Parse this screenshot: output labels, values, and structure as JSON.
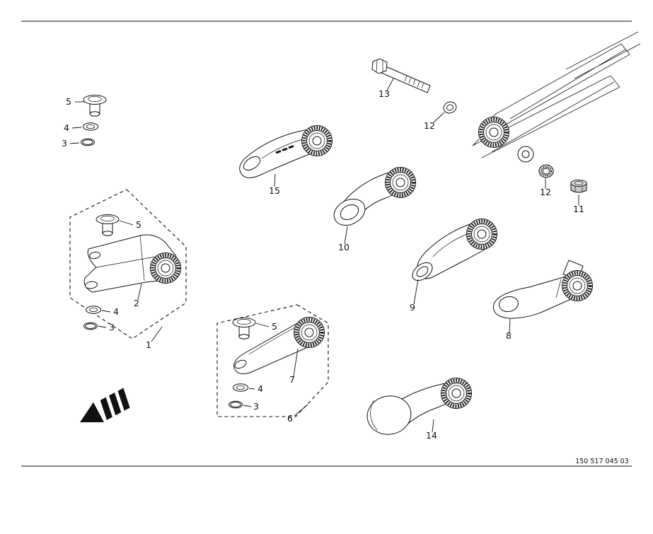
{
  "page": {
    "drawing_number": "150 517 045 03",
    "background": "#ffffff",
    "line_color": "#111111"
  },
  "callouts": [
    {
      "part": "plug-top-left",
      "label": "5"
    },
    {
      "part": "washer-top-left",
      "label": "4"
    },
    {
      "part": "sealing-ring-top-left",
      "label": "3"
    },
    {
      "part": "plug-group-1",
      "label": "5"
    },
    {
      "part": "coupling-arm",
      "label": "2"
    },
    {
      "part": "washer-group-1",
      "label": "4"
    },
    {
      "part": "sealing-ring-group-1",
      "label": "3"
    },
    {
      "part": "assembly-group-1",
      "label": "1"
    },
    {
      "part": "support-arm",
      "label": "15"
    },
    {
      "part": "hex-bolt",
      "label": "13"
    },
    {
      "part": "washer-upper",
      "label": "12"
    },
    {
      "part": "eye-link-arm",
      "label": "10"
    },
    {
      "part": "washer-right",
      "label": "12"
    },
    {
      "part": "hex-nut",
      "label": "11"
    },
    {
      "part": "curved-arm",
      "label": "9"
    },
    {
      "part": "plate-arm",
      "label": "8"
    },
    {
      "part": "plug-group-6",
      "label": "5"
    },
    {
      "part": "flat-arm",
      "label": "7"
    },
    {
      "part": "washer-group-6",
      "label": "4"
    },
    {
      "part": "sealing-ring-group-6",
      "label": "3"
    },
    {
      "part": "assembly-group-6",
      "label": "6"
    },
    {
      "part": "dome-link",
      "label": "14"
    }
  ]
}
